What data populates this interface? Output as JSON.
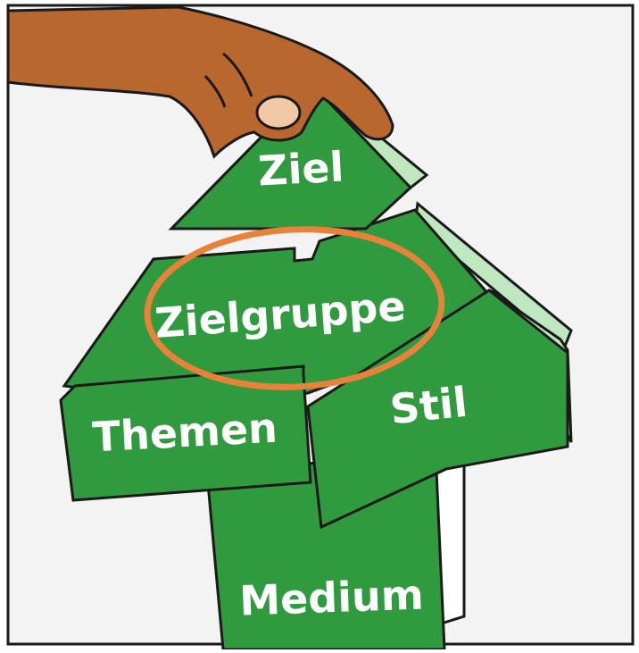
{
  "labels": {
    "ziel": "Ziel",
    "zielgruppe": "Zielgruppe",
    "themen": "Themen",
    "stil": "Stil",
    "medium": "Medium"
  },
  "colors": {
    "background": "#f3f3f3",
    "frame": "#1a1a1a",
    "piece_green": "#2f9a3e",
    "piece_side": "#bfe8c0",
    "piece_dark": "#1f6f2b",
    "highlight_ring": "#e8823a",
    "skin": "#b8672f",
    "nail": "#f2c9a6"
  },
  "highlight": {
    "target": "zielgruppe"
  }
}
